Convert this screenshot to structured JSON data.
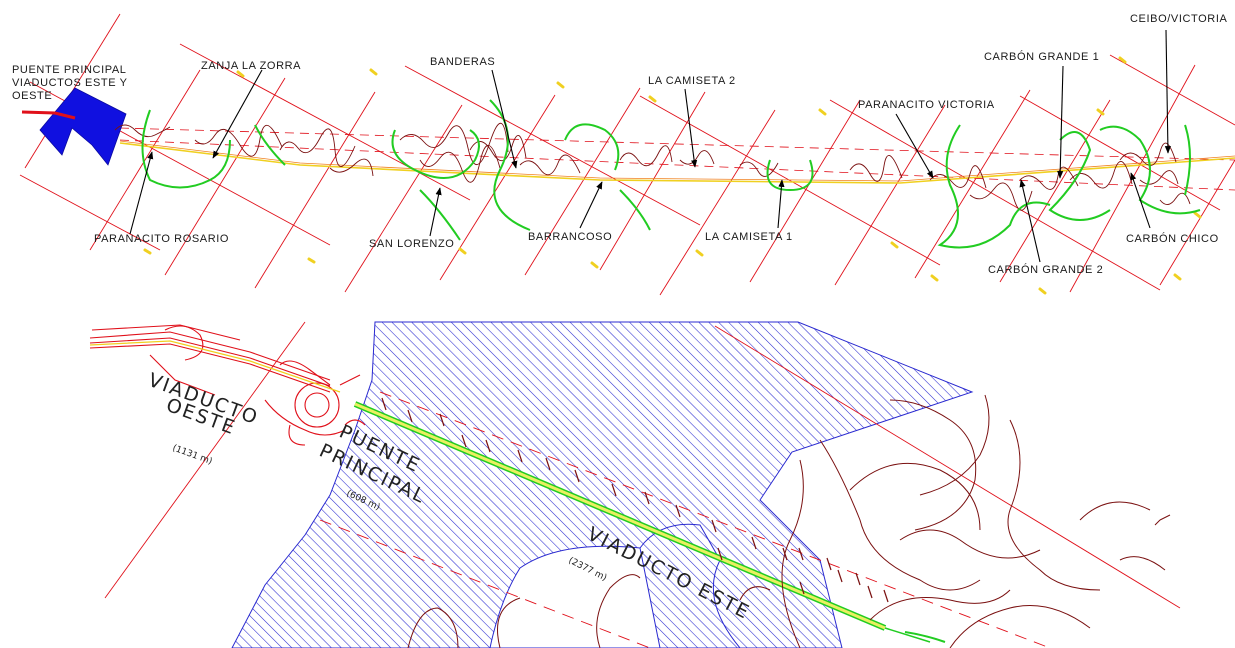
{
  "overview": {
    "labels": {
      "puente_principal_l1": "PUENTE PRINCIPAL",
      "puente_principal_l2": "VIADUCTOS ESTE Y",
      "puente_principal_l3": "OESTE",
      "zanja_la_zorra": "ZANJA LA ZORRA",
      "banderas": "BANDERAS",
      "la_camiseta_2": "LA CAMISETA 2",
      "paranacito_victoria": "PARANACITO VICTORIA",
      "carbon_grande_1": "CARBÓN GRANDE 1",
      "ceibo_victoria": "CEIBO/VICTORIA",
      "paranacito_rosario": "PARANACITO ROSARIO",
      "san_lorenzo": "SAN LORENZO",
      "barrancoso": "BARRANCOSO",
      "la_camiseta_1": "LA CAMISETA 1",
      "carbon_grande_2": "CARBÓN GRANDE 2",
      "carbon_chico": "CARBÓN CHICO"
    }
  },
  "detail": {
    "viaducto_oeste_l1": "VIADUCTO",
    "viaducto_oeste_l2": "OESTE",
    "viaducto_oeste_len": "(1131 m)",
    "puente_principal_l1": "PUENTE",
    "puente_principal_l2": "PRINCIPAL",
    "puente_principal_len": "(608 m)",
    "viaducto_este": "VIADUCTO ESTE",
    "viaducto_este_len": "(2377 m)"
  },
  "colors": {
    "grid": "#e0101a",
    "water_fill": "#1010e0",
    "hatch": "#2a2ad0",
    "green": "#22cc22",
    "yellow": "#f0d020",
    "contour": "#7a1010",
    "orange": "#f08020",
    "arrow": "#000000"
  }
}
